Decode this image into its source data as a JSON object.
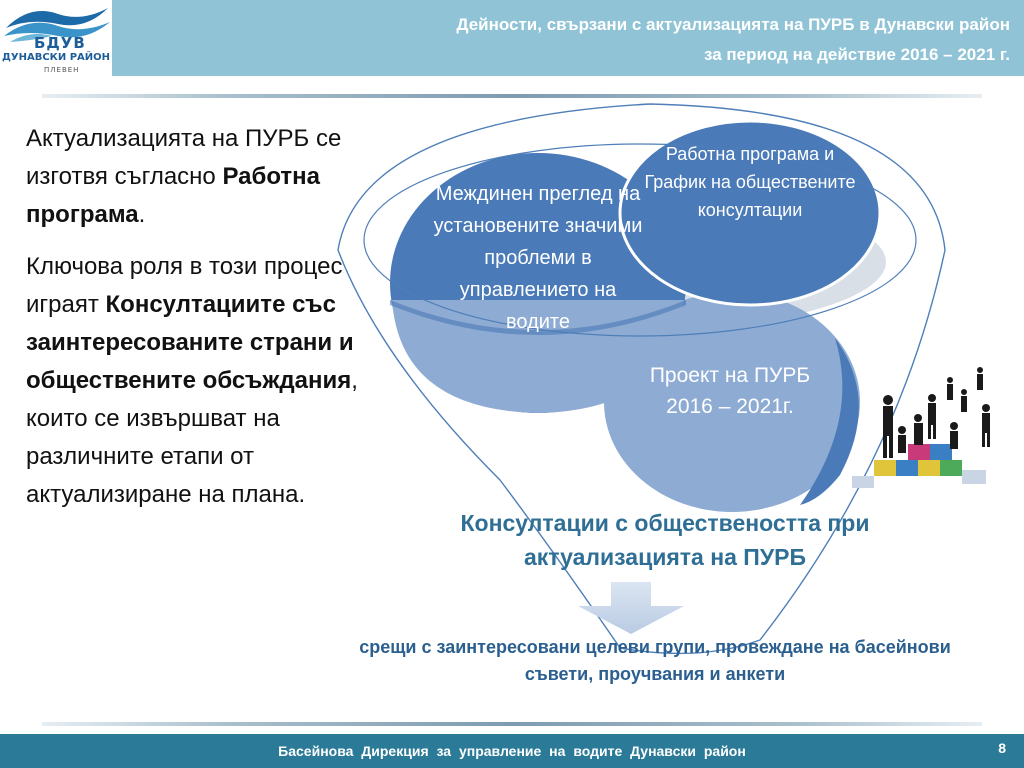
{
  "logo": {
    "abbr": "БДУВ",
    "region": "ДУНАВСКИ РАЙОН",
    "city": "ПЛЕВЕН"
  },
  "header": {
    "title_line1": "Дейности, свързани с актуализацията на ПУРБ в Дунавски район",
    "title_line2": "за период на действие 2016 – 2021 г."
  },
  "body": {
    "p1_prefix": "Актуализацията на ПУРБ се изготвя съгласно ",
    "p1_bold": "Работна програма",
    "p1_suffix": ".",
    "p2_prefix": "Ключова роля в този процес играят ",
    "p2_bold": "Консултациите със заинтересованите страни и обществените обсъждания",
    "p2_suffix": ", които се извършват на различните етапи от актуализиране на плана."
  },
  "diagram": {
    "circle_midterm": "Междинен преглед на установените значими проблеми в управлението на водите",
    "circle_workprogram": "Работна програма и График на обществените консултации",
    "circle_draft": "Проект на ПУРБ 2016 – 2021г.",
    "consultation_title": "Консултации с обществеността при актуализацията на ПУРБ",
    "consultation_detail": "срещи с заинтересовани целеви групи, провеждане на басейнови съвети, проучвания и анкети"
  },
  "footer": {
    "text": "Басейнова Дирекция за управление на водите Дунавски район",
    "page_number": "8"
  },
  "colors": {
    "header_bg": "#8fc3d5",
    "footer_bg": "#2b7a97",
    "circle_dark": "#4a7ab8",
    "circle_light": "#8eabd3",
    "accent_text": "#2f6f96"
  }
}
